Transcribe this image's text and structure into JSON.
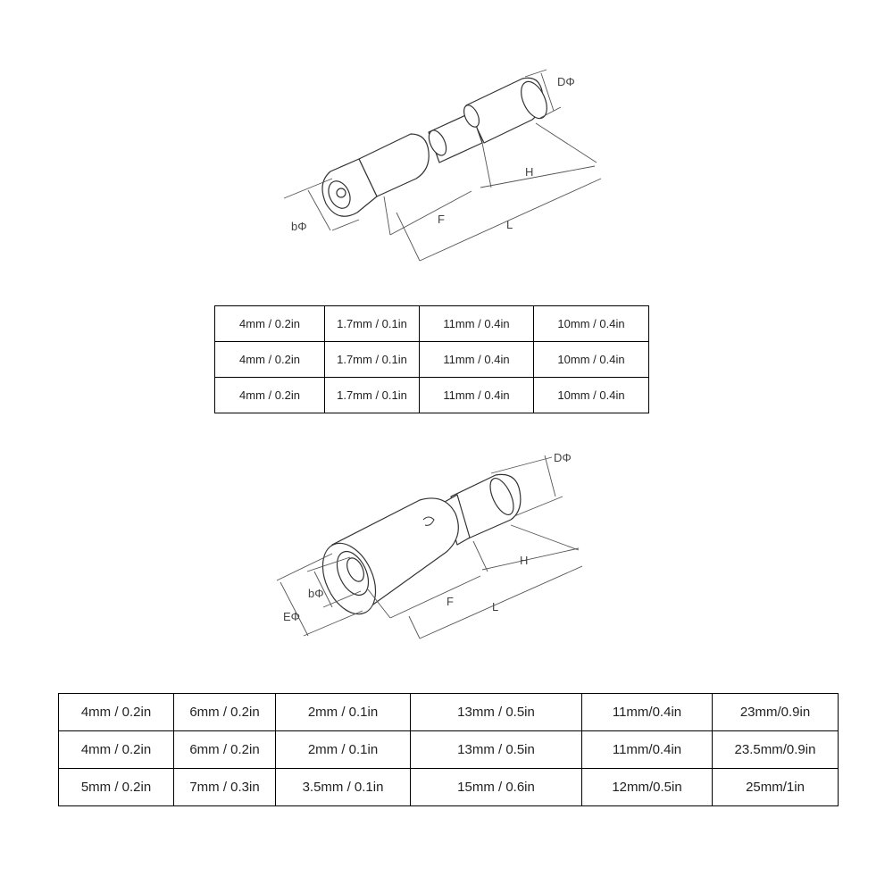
{
  "male_diagram": {
    "labels": {
      "d": "DΦ",
      "h": "H",
      "b": "bΦ",
      "f": "F",
      "l": "L"
    }
  },
  "male_table": {
    "rows": [
      [
        "4mm / 0.2in",
        "1.7mm / 0.1in",
        "11mm / 0.4in",
        "10mm / 0.4in"
      ],
      [
        "4mm / 0.2in",
        "1.7mm / 0.1in",
        "11mm / 0.4in",
        "10mm / 0.4in"
      ],
      [
        "4mm / 0.2in",
        "1.7mm / 0.1in",
        "11mm / 0.4in",
        "10mm / 0.4in"
      ]
    ]
  },
  "female_diagram": {
    "labels": {
      "d": "DΦ",
      "h": "H",
      "b": "bΦ",
      "e": "EΦ",
      "f": "F",
      "l": "L"
    }
  },
  "female_table": {
    "rows": [
      [
        "4mm / 0.2in",
        "6mm / 0.2in",
        "2mm / 0.1in",
        "13mm / 0.5in",
        "11mm/0.4in",
        "23mm/0.9in"
      ],
      [
        "4mm / 0.2in",
        "6mm / 0.2in",
        "2mm / 0.1in",
        "13mm / 0.5in",
        "11mm/0.4in",
        "23.5mm/0.9in"
      ],
      [
        "5mm / 0.2in",
        "7mm / 0.3in",
        "3.5mm / 0.1in",
        "15mm / 0.6in",
        "12mm/0.5in",
        "25mm/1in"
      ]
    ]
  }
}
